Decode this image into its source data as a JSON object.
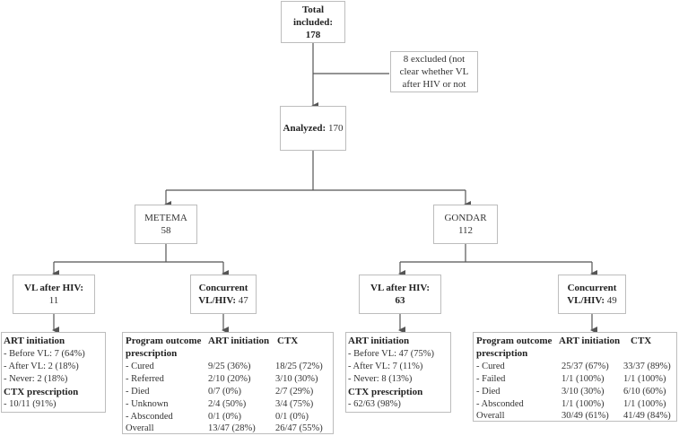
{
  "total": {
    "label": "Total included:",
    "value": "178"
  },
  "excluded": {
    "text": "8 excluded (not clear whether VL after HIV or not"
  },
  "analyzed": {
    "label": "Analyzed:",
    "value": "170"
  },
  "metema": {
    "name": "METEMA",
    "count": "58"
  },
  "gondar": {
    "name": "GONDAR",
    "count": "112"
  },
  "metema_vl_after": {
    "label": "VL after HIV:",
    "value": "11"
  },
  "metema_concurrent": {
    "label1": "Concurrent",
    "label2": "VL/HIV:",
    "value": "47"
  },
  "gondar_vl_after": {
    "label": "VL after HIV:",
    "value": "63"
  },
  "gondar_concurrent": {
    "label1": "Concurrent",
    "label2": "VL/HIV:",
    "value": "49"
  },
  "metema_vl_detail": {
    "art_title": "ART initiation",
    "art_items": [
      "- Before VL: 7 (64%)",
      "- After VL: 2 (18%)",
      "- Never: 2 (18%)"
    ],
    "ctx_title": "CTX prescription",
    "ctx_items": [
      "- 10/11 (91%)"
    ]
  },
  "gondar_vl_detail": {
    "art_title": "ART initiation",
    "art_items": [
      "- Before VL: 47 (75%)",
      "- After VL: 7 (11%)",
      "- Never: 8 (13%)"
    ],
    "ctx_title": "CTX prescription",
    "ctx_items": [
      "- 62/63 (98%)"
    ]
  },
  "metema_conc_table": {
    "h1": "Program outcome",
    "h1b": "prescription",
    "h2": "ART initiation",
    "h3": "CTX",
    "rows": [
      [
        "- Cured",
        "9/25 (36%)",
        "18/25 (72%)"
      ],
      [
        "- Referred",
        "2/10 (20%)",
        "3/10 (30%)"
      ],
      [
        "- Died",
        "0/7 (0%)",
        "2/7 (29%)"
      ],
      [
        "- Unknown",
        "2/4 (50%)",
        "3/4 (75%)"
      ],
      [
        "- Absconded",
        "0/1 (0%)",
        "0/1 (0%)"
      ],
      [
        "Overall",
        "13/47 (28%)",
        "26/47 (55%)"
      ]
    ]
  },
  "gondar_conc_table": {
    "h1": "Program outcome",
    "h1b": "prescription",
    "h2": "ART initiation",
    "h3": "CTX",
    "rows": [
      [
        "- Cured",
        "25/37 (67%)",
        "33/37 (89%)"
      ],
      [
        "- Failed",
        "1/1 (100%)",
        "1/1 (100%)"
      ],
      [
        "- Died",
        "3/10 (30%)",
        "6/10 (60%)"
      ],
      [
        "- Absconded",
        "1/1 (100%)",
        "1/1 (100%)"
      ],
      [
        "Overall",
        "30/49 (61%)",
        "41/49 (84%)"
      ]
    ]
  }
}
